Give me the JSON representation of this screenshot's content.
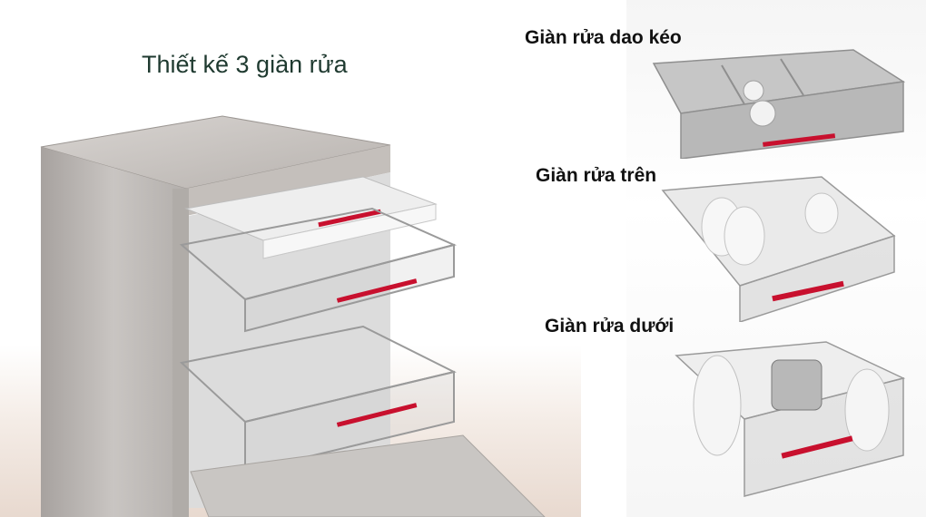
{
  "title": "Thiết kế 3 giàn rửa",
  "labels": {
    "cutlery_rack": "Giàn rửa dao kéo",
    "upper_rack": "Giàn rửa trên",
    "lower_rack": "Giàn rửa dưới"
  },
  "colors": {
    "title": "#1f3a30",
    "label": "#111111",
    "steel": "#b9b5b2",
    "rack_wire": "#9a9a9a",
    "accent_red": "#c8102e"
  }
}
